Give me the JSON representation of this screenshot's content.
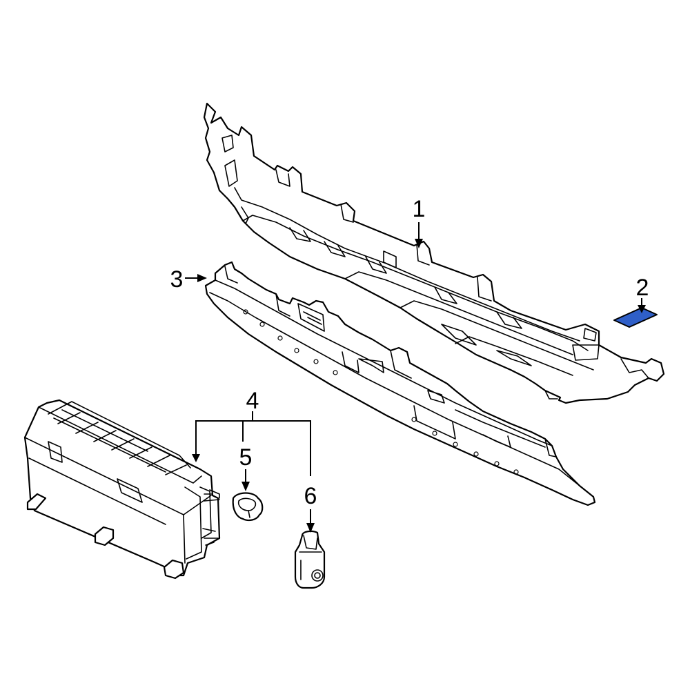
{
  "diagram": {
    "highlight_color": "#2f5fc8",
    "line_color": "#000000",
    "background": "#ffffff",
    "callouts": [
      {
        "id": "1",
        "label": "1",
        "part": "upper-bumper-bracket"
      },
      {
        "id": "2",
        "label": "2",
        "part": "foam-pad"
      },
      {
        "id": "3",
        "label": "3",
        "part": "lower-bumper-bracket"
      },
      {
        "id": "4",
        "label": "4",
        "part": "sensor-assembly"
      },
      {
        "id": "5",
        "label": "5",
        "part": "retainer-clip"
      },
      {
        "id": "6",
        "label": "6",
        "part": "mounting-bracket"
      }
    ]
  }
}
